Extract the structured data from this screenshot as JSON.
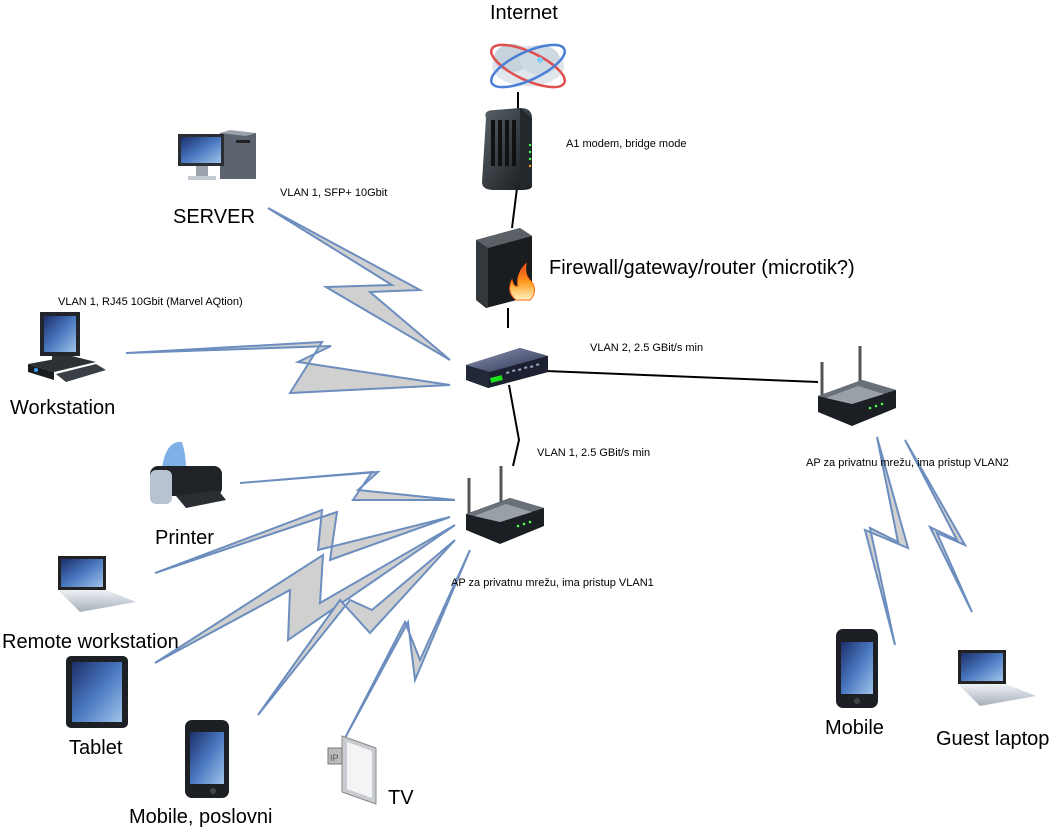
{
  "diagram": {
    "title": "Home network topology",
    "nodes": {
      "internet": {
        "label": "Internet",
        "icon": "cloud-internet-icon"
      },
      "modem": {
        "label": "A1 modem, bridge mode",
        "icon": "modem-icon"
      },
      "firewall": {
        "label": "Firewall/gateway/router (microtik?)",
        "icon": "firewall-icon"
      },
      "switch": {
        "label": "",
        "icon": "switch-icon"
      },
      "server": {
        "label": "SERVER",
        "icon": "desktop-tower-icon"
      },
      "workstation": {
        "label": "Workstation",
        "icon": "workstation-icon"
      },
      "ap_vlan1": {
        "label": "AP za privatnu mrežu, ima pristup VLAN1",
        "icon": "wireless-router-icon"
      },
      "ap_vlan2": {
        "label": "AP za privatnu mrežu, ima pristup VLAN2",
        "icon": "wireless-router-icon"
      },
      "printer": {
        "label": "Printer",
        "icon": "printer-icon"
      },
      "remote_workstation": {
        "label": "Remote workstation",
        "icon": "laptop-icon"
      },
      "tablet": {
        "label": "Tablet",
        "icon": "tablet-icon"
      },
      "mobile_business": {
        "label": "Mobile, poslovni",
        "icon": "smartphone-icon"
      },
      "tv": {
        "label": "TV",
        "icon": "ip-tv-icon"
      },
      "mobile": {
        "label": "Mobile",
        "icon": "smartphone-icon"
      },
      "guest_laptop": {
        "label": "Guest laptop",
        "icon": "laptop-icon"
      }
    },
    "links": {
      "server_switch": "VLAN 1, SFP+ 10Gbit",
      "workstation_switch": "VLAN 1, RJ45 10Gbit (Marvel AQtion)",
      "switch_ap2": "VLAN 2, 2.5 GBit/s min",
      "switch_ap1": "VLAN 1, 2.5 GBit/s min"
    },
    "colors": {
      "bolt_stroke": "#6c8ebf",
      "bolt_fill": "#d0d0d0",
      "wire": "#000000"
    }
  }
}
